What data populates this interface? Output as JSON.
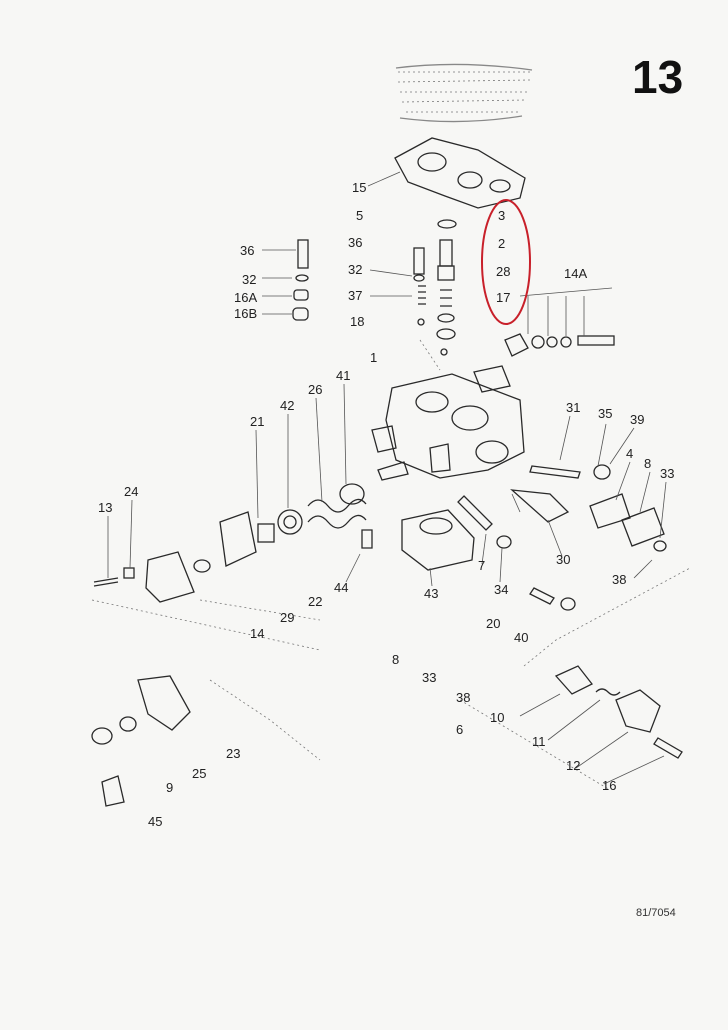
{
  "page_number": "13",
  "reference": "81/7054",
  "highlight_color": "#c8202a",
  "labels": {
    "n15": "15",
    "n5": "5",
    "n36a": "36",
    "n36b": "36",
    "n3": "3",
    "n2": "2",
    "n32a": "32",
    "n32b": "32",
    "n28": "28",
    "n14A": "14A",
    "n16A": "16A",
    "n37": "37",
    "n17": "17",
    "n16B": "16B",
    "n18": "18",
    "n1": "1",
    "n41": "41",
    "n26": "26",
    "n42": "42",
    "n21": "21",
    "n31": "31",
    "n35": "35",
    "n39": "39",
    "n4": "4",
    "n8a": "8",
    "n33a": "33",
    "n24": "24",
    "n13": "13",
    "n30": "30",
    "n38a": "38",
    "n7": "7",
    "n44": "44",
    "n43": "43",
    "n34": "34",
    "n22": "22",
    "n29": "29",
    "n14": "14",
    "n20": "20",
    "n40": "40",
    "n8b": "8",
    "n33b": "33",
    "n38b": "38",
    "n10": "10",
    "n6": "6",
    "n11": "11",
    "n12": "12",
    "n23": "23",
    "n25": "25",
    "n9": "9",
    "n16": "16",
    "n45": "45"
  }
}
